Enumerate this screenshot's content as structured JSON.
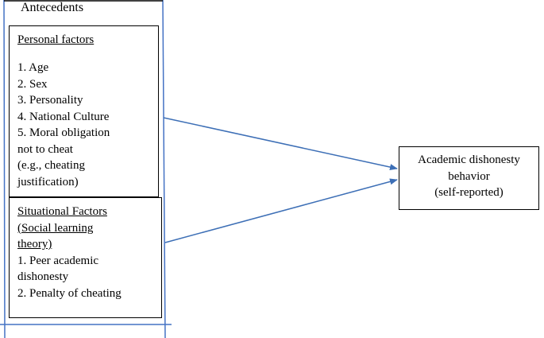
{
  "antecedents": {
    "title": "Antecedents",
    "personal": {
      "heading": "Personal factors",
      "items": [
        "1. Age",
        "2. Sex",
        "3. Personality",
        "4. National Culture",
        "5. Moral obligation",
        "not to cheat",
        "(e.g., cheating",
        "justification)"
      ]
    },
    "situational": {
      "heading_lines": [
        "Situational Factors",
        "(Social learning",
        "theory)"
      ],
      "items": [
        "1. Peer academic",
        "dishonesty",
        "2. Penalty of cheating"
      ]
    }
  },
  "outcome": {
    "lines": [
      "Academic dishonesty",
      "behavior",
      "(self-reported)"
    ]
  },
  "colors": {
    "arrow": "#3d6fb6",
    "frame": "#4472c4",
    "box_border": "#000000"
  }
}
